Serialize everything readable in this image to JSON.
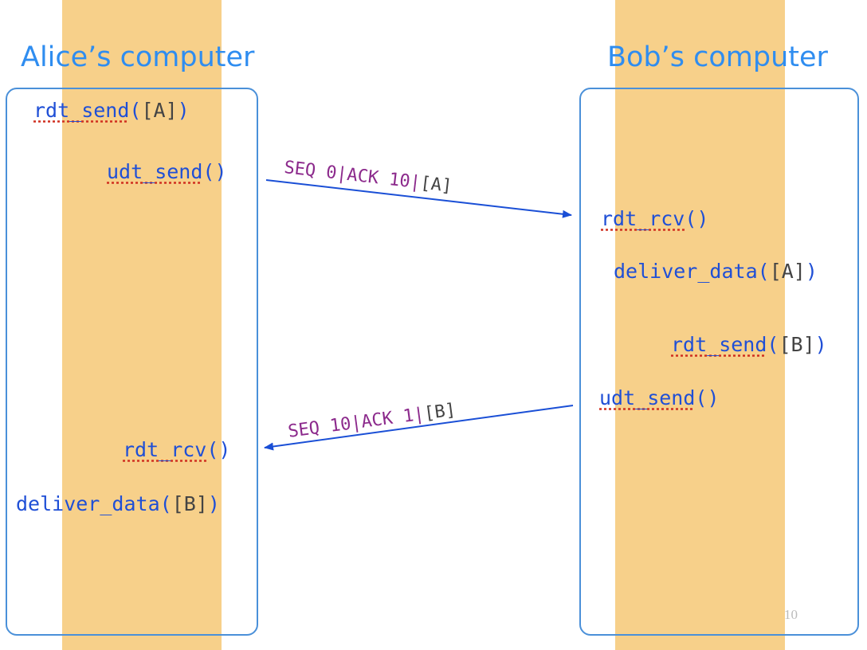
{
  "left": {
    "title": "Alice’s computer",
    "calls": [
      {
        "name": "rdt_send",
        "open": "(",
        "arg": "[A]",
        "close": ")"
      },
      {
        "name": "udt_send",
        "open": "(",
        "arg": "",
        "close": ")"
      },
      {
        "name": "rdt_rcv",
        "open": "(",
        "arg": "",
        "close": ")"
      },
      {
        "name": "deliver_data",
        "open": "(",
        "arg": "[B]",
        "close": ")"
      }
    ]
  },
  "right": {
    "title": "Bob’s computer",
    "calls": [
      {
        "name": "rdt_rcv",
        "open": "(",
        "arg": "",
        "close": ")"
      },
      {
        "name": "deliver_data",
        "open": "(",
        "arg": "[A]",
        "close": ")"
      },
      {
        "name": "rdt_send",
        "open": "(",
        "arg": "[B]",
        "close": ")"
      },
      {
        "name": "udt_send",
        "open": "(",
        "arg": "",
        "close": ")"
      }
    ]
  },
  "messages": [
    {
      "header": "SEQ 0|ACK 10|",
      "payload": "[A]",
      "direction": "left-to-right"
    },
    {
      "header": "SEQ 10|ACK 1|",
      "payload": "[B]",
      "direction": "right-to-left"
    }
  ],
  "page_number": "10",
  "colors": {
    "band": "#f7d08a",
    "box": "#4a90d9",
    "title": "#2f8df0",
    "function": "#1f4fd6",
    "message": "#8c2a8c",
    "arrow": "#1a4fd6"
  }
}
